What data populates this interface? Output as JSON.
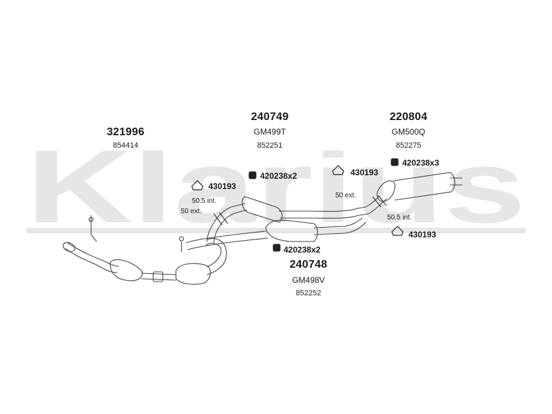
{
  "watermark": {
    "text": "Klarius",
    "color": "#e6e6e6"
  },
  "groups": [
    {
      "part": "321996",
      "ref": "",
      "oem": "854414"
    },
    {
      "part": "240749",
      "ref": "GM499T",
      "oem": "852251"
    },
    {
      "part": "220804",
      "ref": "GM500Q",
      "oem": "852275"
    },
    {
      "part": "240748",
      "ref": "GM498V",
      "oem": "852252"
    }
  ],
  "callouts": [
    {
      "text": "420238x2",
      "icon": "clamp-icon"
    },
    {
      "text": "430193",
      "icon": "rubber-mount-icon"
    },
    {
      "text": "420238x3",
      "icon": "clamp-icon"
    },
    {
      "text": "430193",
      "icon": "rubber-mount-icon"
    },
    {
      "text": "430193",
      "icon": "rubber-mount-icon"
    },
    {
      "text": "420238x2",
      "icon": "clamp-icon"
    }
  ],
  "notes": [
    "50.5 int.",
    "50 ext.",
    "50 ext.",
    "50.5 int."
  ]
}
